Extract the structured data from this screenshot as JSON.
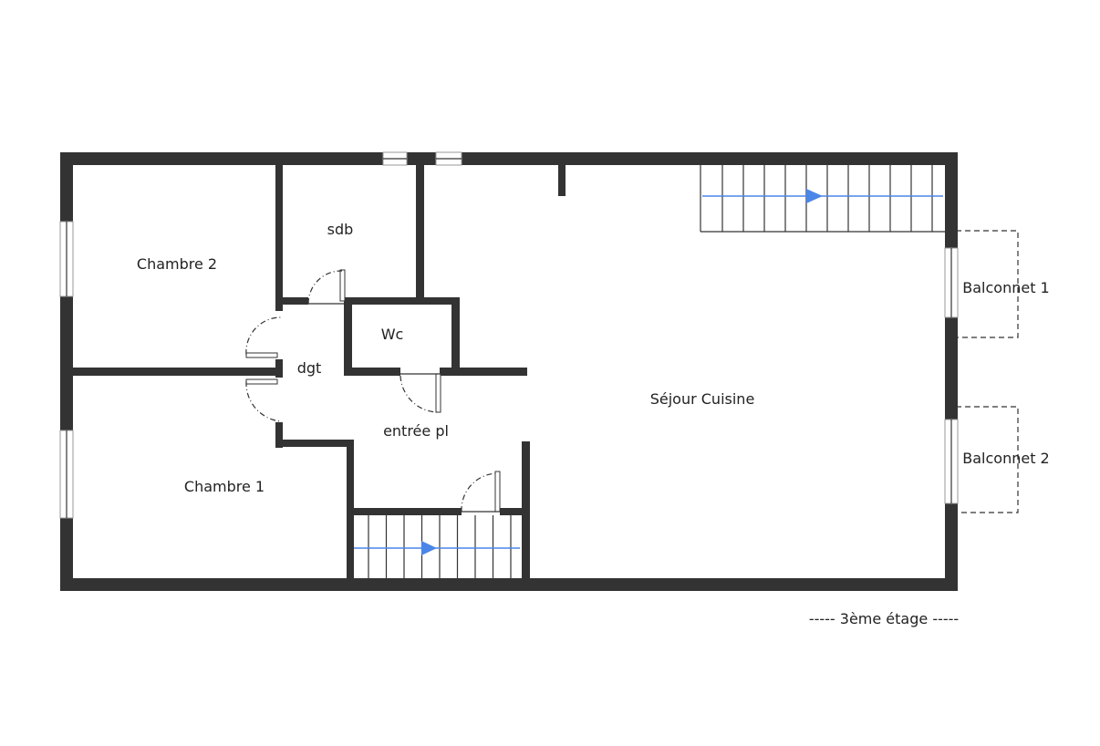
{
  "rooms": {
    "chambre2": "Chambre 2",
    "sdb": "sdb",
    "wc": "Wc",
    "dgt": "dgt",
    "entree": "entrée pl",
    "sejour": "Séjour Cuisine",
    "chambre1": "Chambre 1",
    "balconnet1": "Balconnet 1",
    "balconnet2": "Balconnet 2"
  },
  "level": "----- 3ème étage -----",
  "colors": {
    "wall": "#333333",
    "stair_arrow": "#4a86e8",
    "background": "#ffffff"
  }
}
